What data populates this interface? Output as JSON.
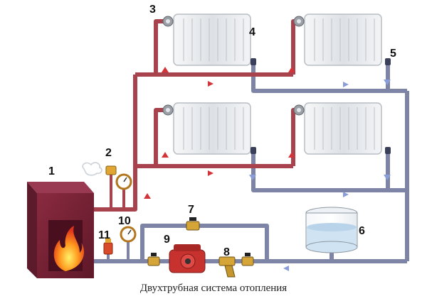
{
  "caption": "Двухтрубная система отопления",
  "labels": {
    "n1": "1",
    "n2": "2",
    "n3": "3",
    "n4": "4",
    "n5": "5",
    "n6": "6",
    "n7": "7",
    "n8": "8",
    "n9": "9",
    "n10": "10",
    "n11": "11"
  },
  "colors": {
    "supply_pipe": "#a8434e",
    "return_pipe": "#7e84a6",
    "boiler_front": "#7b2337",
    "boiler_side": "#5c1a2a",
    "flame": "#ff7a1a",
    "radiator": "#e9ecef",
    "tank_water": "#cfe3f3",
    "pump": "#c7322f"
  }
}
